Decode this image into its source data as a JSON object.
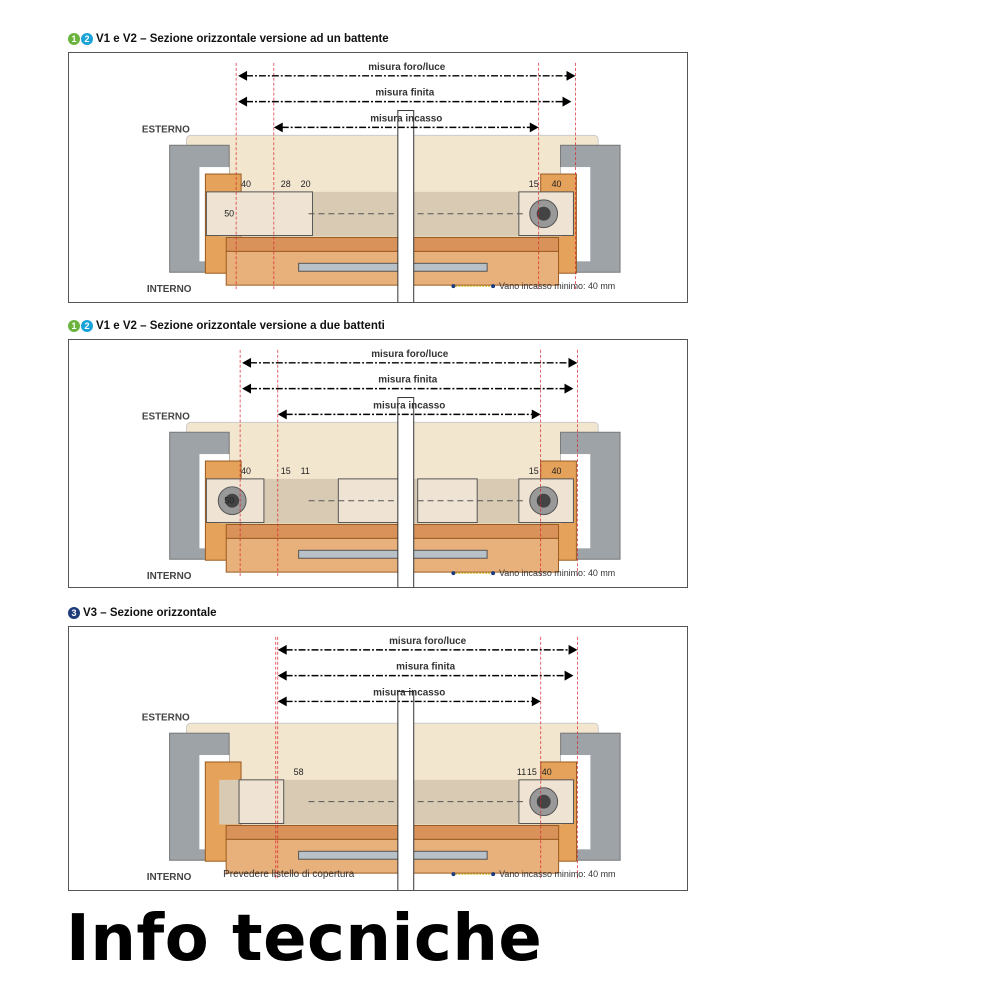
{
  "colors": {
    "green": "#6ab43e",
    "cyan": "#1ba3d8",
    "navy": "#1d3a7a",
    "wall": "#9ea3a8",
    "board": "#f3e6cf",
    "wood": "#e5a25a",
    "red": "#d9202a"
  },
  "panels": [
    {
      "badges": [
        "1",
        "2"
      ],
      "badge_colors": [
        "green",
        "cyan"
      ],
      "title": "V1 e V2 – Sezione orizzontale versione ad un battente",
      "dims": {
        "foro": "misura foro/luce",
        "finita": "misura finita",
        "incasso": "misura incasso"
      },
      "esterno": "ESTERNO",
      "interno": "INTERNO",
      "measures_left": [
        "40",
        "28",
        "20",
        "50"
      ],
      "measures_right": [
        "15",
        "40"
      ],
      "legend": "Vano incasso minimo: 40 mm",
      "note": ""
    },
    {
      "badges": [
        "1",
        "2"
      ],
      "badge_colors": [
        "green",
        "cyan"
      ],
      "title": "V1 e V2 – Sezione orizzontale versione a due battenti",
      "dims": {
        "foro": "misura foro/luce",
        "finita": "misura finita",
        "incasso": "misura incasso"
      },
      "esterno": "ESTERNO",
      "interno": "INTERNO",
      "measures_left": [
        "40",
        "15",
        "11",
        "50"
      ],
      "measures_right": [
        "15",
        "40"
      ],
      "legend": "Vano incasso minimo: 40 mm",
      "note": ""
    },
    {
      "badges": [
        "3"
      ],
      "badge_colors": [
        "navy"
      ],
      "title": "V3 – Sezione orizzontale",
      "dims": {
        "foro": "misura foro/luce",
        "finita": "misura finita",
        "incasso": "misura incasso"
      },
      "esterno": "ESTERNO",
      "interno": "INTERNO",
      "measures_left": [
        "58"
      ],
      "measures_right": [
        "11",
        "15",
        "40"
      ],
      "legend": "Vano incasso minimo: 40 mm",
      "note": "Prevedere listello di copertura"
    }
  ],
  "heading": "Info tecniche"
}
